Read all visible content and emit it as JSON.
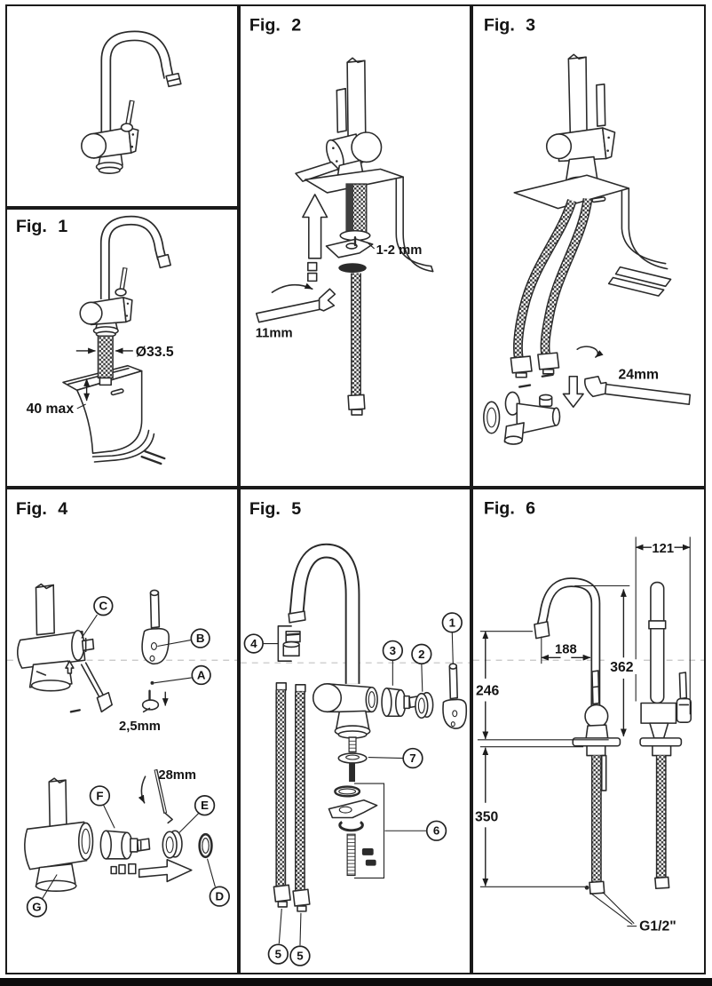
{
  "panels": {
    "fig1": {
      "title": "Fig. 1",
      "diameter": "Ø33.5",
      "depth_max": "40 max"
    },
    "fig2": {
      "title": "Fig. 2",
      "gap": "1-2 mm",
      "wrench": "11mm"
    },
    "fig3": {
      "title": "Fig. 3",
      "wrench": "24mm"
    },
    "fig4": {
      "title": "Fig. 4",
      "hex_key": "2,5mm",
      "wrench": "28mm",
      "callouts": {
        "a": "A",
        "b": "B",
        "c": "C",
        "d": "D",
        "e": "E",
        "f": "F",
        "g": "G"
      }
    },
    "fig5": {
      "title": "Fig. 5",
      "callouts": {
        "n1": "1",
        "n2": "2",
        "n3": "3",
        "n4": "4",
        "n5a": "5",
        "n5b": "5",
        "n6": "6",
        "n7": "7"
      }
    },
    "fig6": {
      "title": "Fig. 6",
      "dims": {
        "depth": "121",
        "reach": "188",
        "height": "362",
        "spout_height": "246",
        "hose_length": "350",
        "thread": "G1/2\""
      }
    }
  }
}
